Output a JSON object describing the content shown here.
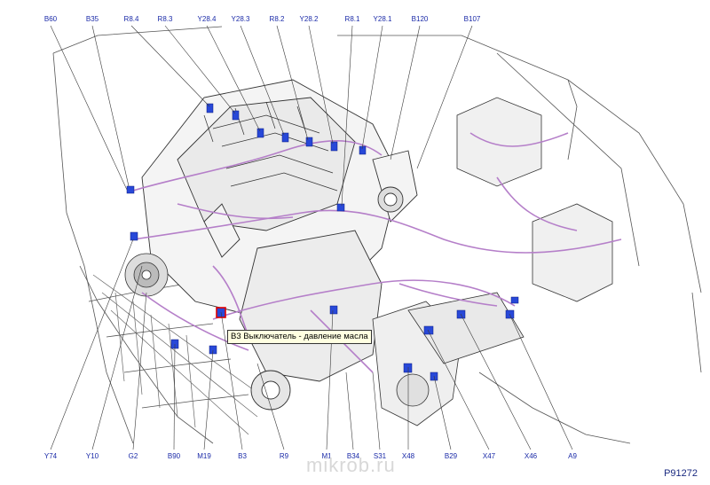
{
  "labels_top": [
    "B60",
    "B35",
    "R8.4",
    "R8.3",
    "Y28.4",
    "Y28.3",
    "R8.2",
    "Y28.2",
    "R8.1",
    "Y28.1",
    "B120",
    "B107"
  ],
  "labels_bottom": [
    "Y74",
    "Y10",
    "G2",
    "B90",
    "M19",
    "B3",
    "R9",
    "M1",
    "B34",
    "S31",
    "X48",
    "B29",
    "X47",
    "X46",
    "A9"
  ],
  "tooltip": "B3 Выключатель - давление масла",
  "figure_ref": "P91272",
  "watermark": "mikrob.ru",
  "colors": {
    "label": "#1a2aa8",
    "wire": "#b57fc9",
    "connector": "#2848d8",
    "line": "#3a3a3a",
    "highlight": "#e00000"
  }
}
